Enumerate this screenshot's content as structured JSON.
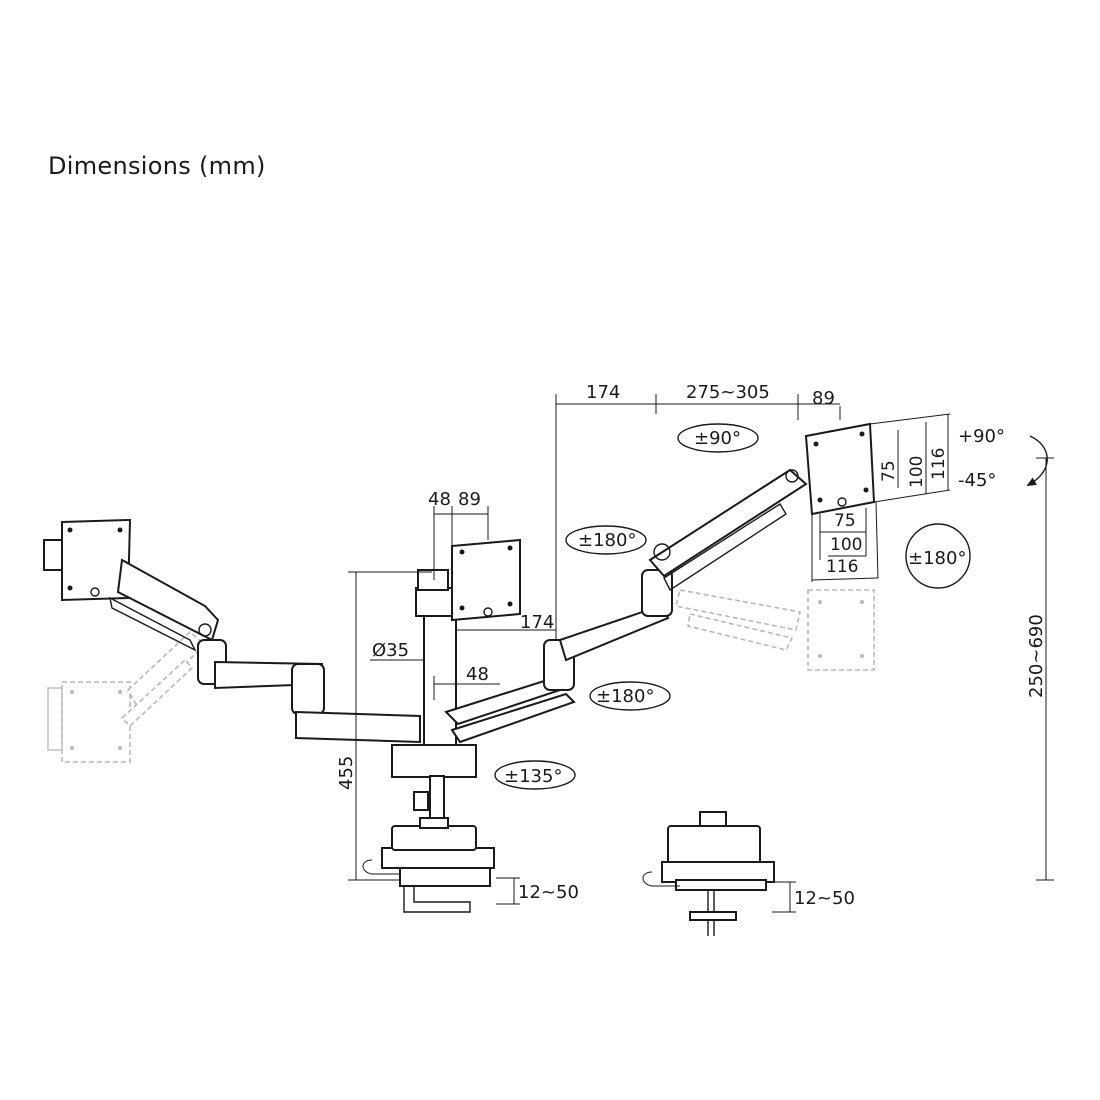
{
  "title": "Dimensions (mm)",
  "dimensions": {
    "d174_top": "174",
    "d275_305": "275~305",
    "d89_top": "89",
    "d48_center": "48",
    "d89_center": "89",
    "d174_mid": "174",
    "d35": "Ø35",
    "d48_low": "48",
    "d455": "455",
    "d12_50_left": "12~50",
    "d12_50_right": "12~50",
    "d250_690": "250~690",
    "vesa_v75": "75",
    "vesa_v100": "100",
    "vesa_v116": "116",
    "vesa_h75": "75",
    "vesa_h100": "100",
    "vesa_h116": "116"
  },
  "rotations": {
    "tilt_up": "+90°",
    "tilt_down": "-45°",
    "swivel_90": "±90°",
    "swivel_180_upper": "±180°",
    "rotate_180_right": "±180°",
    "swivel_180_lower": "±180°",
    "swivel_135": "±135°"
  }
}
